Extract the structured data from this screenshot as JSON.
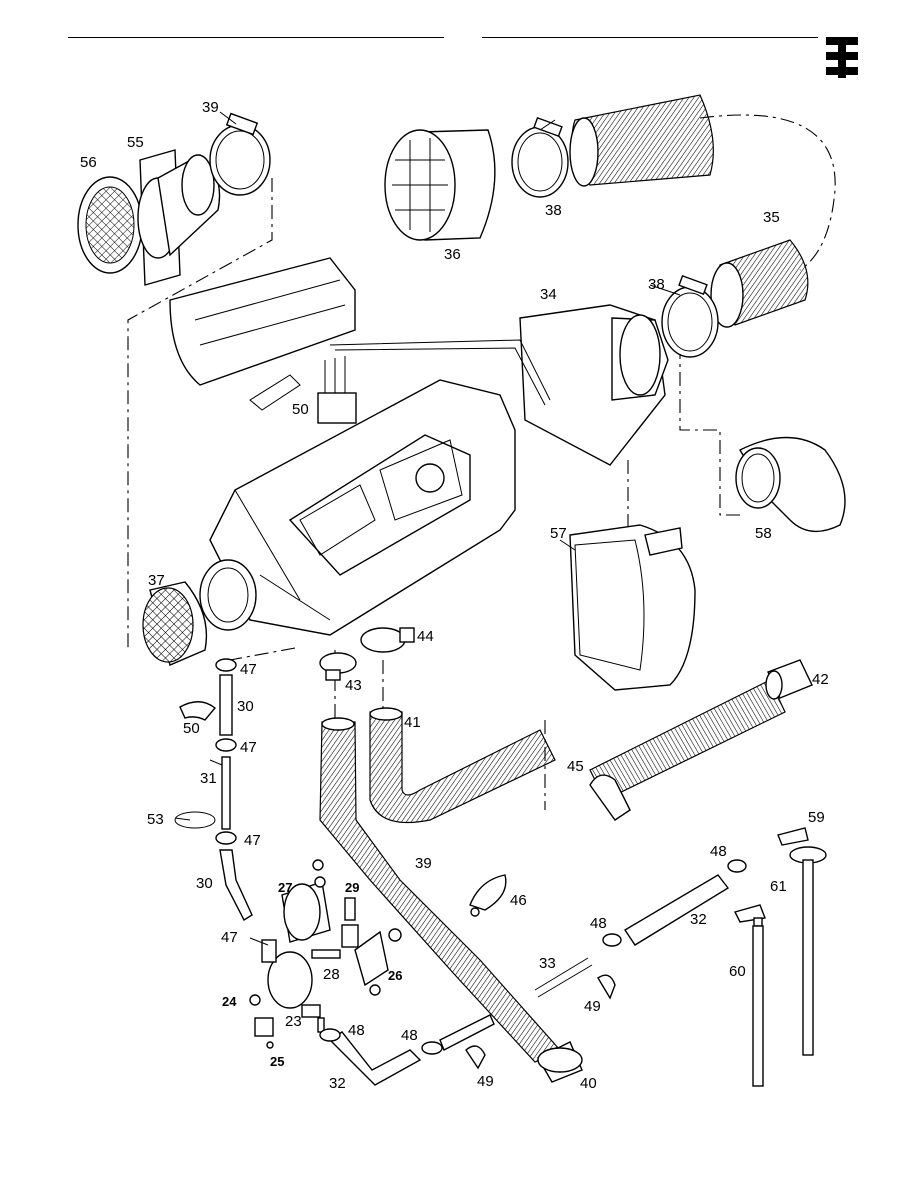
{
  "callouts": [
    {
      "id": "c39a",
      "text": "39"
    },
    {
      "id": "c55",
      "text": "55"
    },
    {
      "id": "c56",
      "text": "56"
    },
    {
      "id": "c36",
      "text": "36"
    },
    {
      "id": "c38a",
      "text": "38"
    },
    {
      "id": "c35",
      "text": "35"
    },
    {
      "id": "c34",
      "text": "34"
    },
    {
      "id": "c38b",
      "text": "38"
    },
    {
      "id": "c50a",
      "text": "50"
    },
    {
      "id": "c57",
      "text": "57"
    },
    {
      "id": "c58",
      "text": "58"
    },
    {
      "id": "c37",
      "text": "37"
    },
    {
      "id": "c44",
      "text": "44"
    },
    {
      "id": "c47a",
      "text": "47"
    },
    {
      "id": "c43",
      "text": "43"
    },
    {
      "id": "c42",
      "text": "42"
    },
    {
      "id": "c30a",
      "text": "30"
    },
    {
      "id": "c50b",
      "text": "50"
    },
    {
      "id": "c41",
      "text": "41"
    },
    {
      "id": "c47b",
      "text": "47"
    },
    {
      "id": "c31",
      "text": "31"
    },
    {
      "id": "c45",
      "text": "45"
    },
    {
      "id": "c53",
      "text": "53"
    },
    {
      "id": "c47c",
      "text": "47"
    },
    {
      "id": "c59",
      "text": "59"
    },
    {
      "id": "c39b",
      "text": "39"
    },
    {
      "id": "c48a",
      "text": "48"
    },
    {
      "id": "c30b",
      "text": "30"
    },
    {
      "id": "c27",
      "text": "27"
    },
    {
      "id": "c29",
      "text": "29"
    },
    {
      "id": "c61",
      "text": "61"
    },
    {
      "id": "c46",
      "text": "46"
    },
    {
      "id": "c48b",
      "text": "48"
    },
    {
      "id": "c32a",
      "text": "32"
    },
    {
      "id": "c47d",
      "text": "47"
    },
    {
      "id": "c28",
      "text": "28"
    },
    {
      "id": "c26",
      "text": "26"
    },
    {
      "id": "c33",
      "text": "33"
    },
    {
      "id": "c60",
      "text": "60"
    },
    {
      "id": "c24",
      "text": "24"
    },
    {
      "id": "c23",
      "text": "23"
    },
    {
      "id": "c49a",
      "text": "49"
    },
    {
      "id": "c48c",
      "text": "48"
    },
    {
      "id": "c48d",
      "text": "48"
    },
    {
      "id": "c25",
      "text": "25"
    },
    {
      "id": "c49b",
      "text": "49"
    },
    {
      "id": "c32b",
      "text": "32"
    },
    {
      "id": "c40",
      "text": "40"
    }
  ],
  "logo": {
    "text": "E"
  },
  "colors": {
    "ink": "#000000",
    "paper": "#ffffff"
  }
}
